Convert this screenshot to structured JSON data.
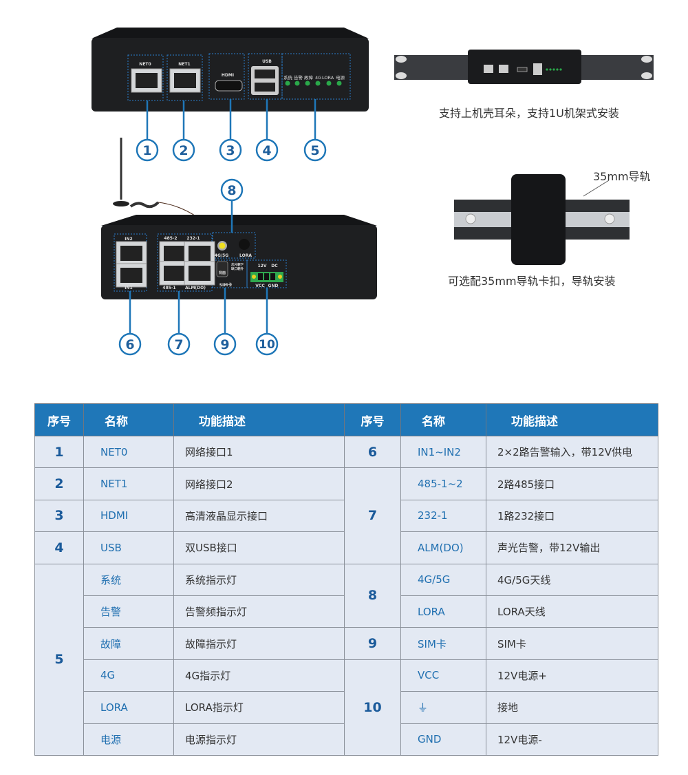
{
  "front_panel": {
    "ports": [
      "NET0",
      "NET1",
      "HDMI",
      "USB"
    ],
    "leds": [
      "系统",
      "告警",
      "故障",
      "4G",
      "LORA",
      "电源"
    ],
    "callouts": [
      "1",
      "2",
      "3",
      "4",
      "5"
    ]
  },
  "back_panel": {
    "labels": {
      "in2": "IN2",
      "in1": "IN1",
      "p485_2": "485-2",
      "p232_1": "232-1",
      "p485_1": "485-1",
      "alm": "ALM(DO)",
      "ant4g": "4G/5G",
      "lora": "LORA",
      "sim": "SIM卡",
      "sim_back": "背面",
      "sim_note1": "芯片朝下",
      "sim_note2": "缺口朝外",
      "v12": "12V",
      "dc": "DC",
      "vcc": "VCC",
      "gnd": "GND"
    },
    "callouts": [
      "6",
      "7",
      "8",
      "9",
      "10"
    ]
  },
  "rack_mount": {
    "caption": "支持上机壳耳朵，支持1U机架式安装"
  },
  "din_rail": {
    "label": "35mm导轨",
    "caption": "可选配35mm导轨卡扣，导轨安装"
  },
  "colors": {
    "accent": "#1f77b8",
    "row_bg": "#e3e9f3",
    "device": "#1e1f21"
  },
  "table": {
    "headers": [
      "序号",
      "名称",
      "功能描述",
      "序号",
      "名称",
      "功能描述"
    ],
    "left_groups": [
      {
        "no": "1",
        "items": [
          {
            "name": "NET0",
            "desc": "网络接口1"
          }
        ]
      },
      {
        "no": "2",
        "items": [
          {
            "name": "NET1",
            "desc": "网络接口2"
          }
        ]
      },
      {
        "no": "3",
        "items": [
          {
            "name": "HDMI",
            "desc": "高清液晶显示接口"
          }
        ]
      },
      {
        "no": "4",
        "items": [
          {
            "name": "USB",
            "desc": "双USB接口"
          }
        ]
      },
      {
        "no": "5",
        "items": [
          {
            "name": "系统",
            "desc": "系统指示灯"
          },
          {
            "name": "告警",
            "desc": "告警频指示灯"
          },
          {
            "name": "故障",
            "desc": "故障指示灯"
          },
          {
            "name": "4G",
            "desc": "4G指示灯"
          },
          {
            "name": "LORA",
            "desc": "LORA指示灯"
          },
          {
            "name": "电源",
            "desc": "电源指示灯"
          }
        ]
      }
    ],
    "right_groups": [
      {
        "no": "6",
        "items": [
          {
            "name": "IN1~IN2",
            "desc": "2×2路告警输入，带12V供电"
          }
        ]
      },
      {
        "no": "7",
        "items": [
          {
            "name": "485-1~2",
            "desc": "2路485接口"
          },
          {
            "name": "232-1",
            "desc": "1路232接口"
          },
          {
            "name": "ALM(DO)",
            "desc": "声光告警，带12V输出"
          }
        ]
      },
      {
        "no": "8",
        "items": [
          {
            "name": "4G/5G",
            "desc": "4G/5G天线"
          },
          {
            "name": "LORA",
            "desc": "LORA天线"
          }
        ]
      },
      {
        "no": "9",
        "items": [
          {
            "name": "SIM卡",
            "desc": "SIM卡"
          }
        ]
      },
      {
        "no": "10",
        "items": [
          {
            "name": "VCC",
            "desc": "12V电源+"
          },
          {
            "name": "⏚",
            "desc": "接地"
          },
          {
            "name": "GND",
            "desc": "12V电源-"
          }
        ]
      }
    ]
  }
}
